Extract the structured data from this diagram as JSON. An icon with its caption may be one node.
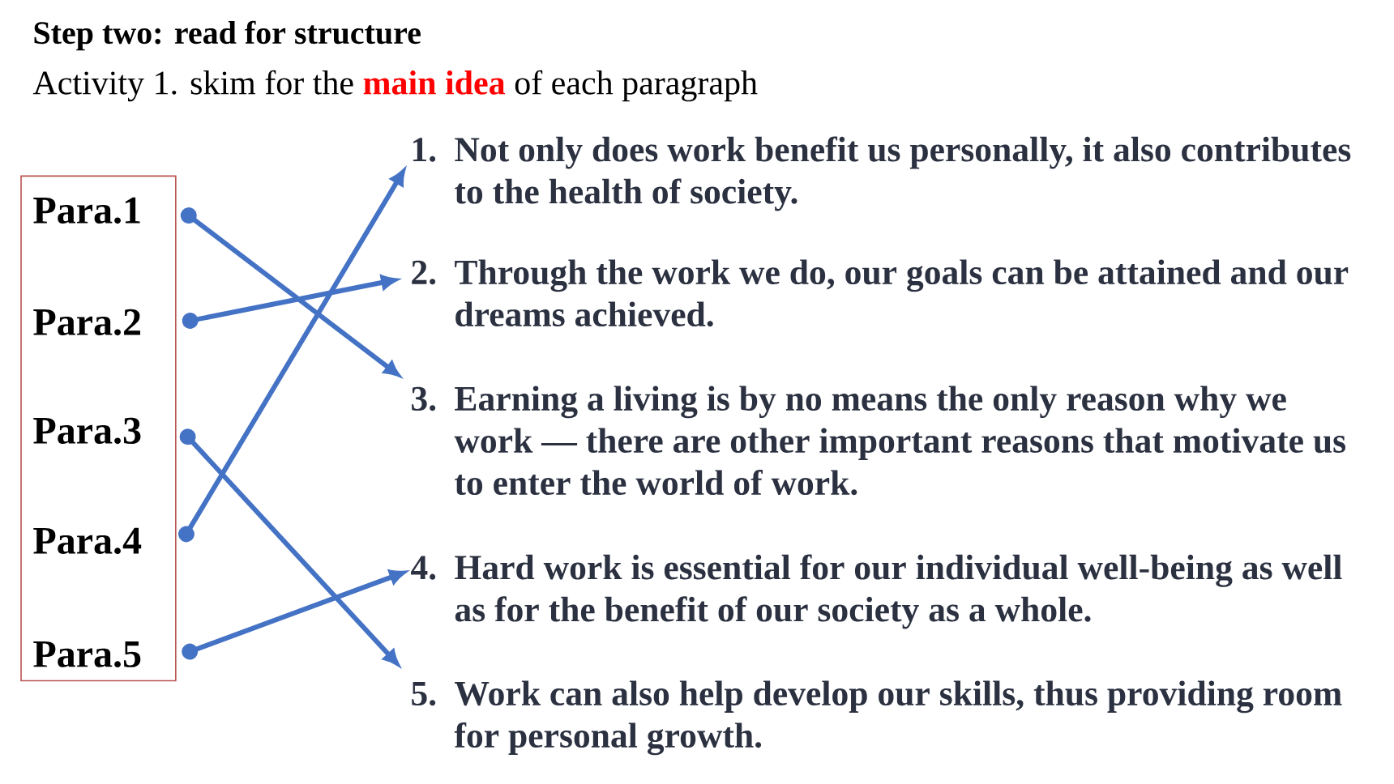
{
  "diagram": {
    "title": "Step two: read for structure",
    "nodes": [
      {
        "text": [],
        "shape": "box"
      },
      {
        "text": [
          "Para.1"
        ],
        "in": 0
      },
      {
        "text": [
          "Para.2"
        ],
        "in": 0
      },
      {
        "text": [
          "Para.3"
        ],
        "in": 0
      },
      {
        "text": [
          "Para.4"
        ],
        "in": 0
      },
      {
        "text": [
          "Para.5"
        ],
        "in": 0
      },
      {
        "text": [
          "1.",
          "Not only does work benefit us personally, it also contributes to the health of society."
        ]
      },
      {
        "text": [
          "2.",
          "Through the work we do, our goals can be attained and our dreams achieved."
        ]
      },
      {
        "text": [
          "3.",
          "Earning a living is by no means the only reason why we work — there are other important reasons that motivate us to enter the world of work."
        ]
      },
      {
        "text": [
          "4.",
          "Hard work is essential for our individual well-being as well as for the benefit of our society as a whole."
        ]
      },
      {
        "text": [
          "5.",
          "Work can also help develop our skills, thus providing room for personal growth."
        ]
      }
    ],
    "edges": [
      {
        "from": 1,
        "to": 8,
        "arrow": "to"
      },
      {
        "from": 2,
        "to": 7,
        "arrow": "to"
      },
      {
        "from": 3,
        "to": 10,
        "arrow": "to"
      },
      {
        "from": 4,
        "to": 6,
        "arrow": "to"
      },
      {
        "from": 5,
        "to": 9,
        "arrow": "to"
      }
    ],
    "labels": [
      "Activity 1. skim for the",
      "main idea",
      "of each paragraph"
    ]
  }
}
